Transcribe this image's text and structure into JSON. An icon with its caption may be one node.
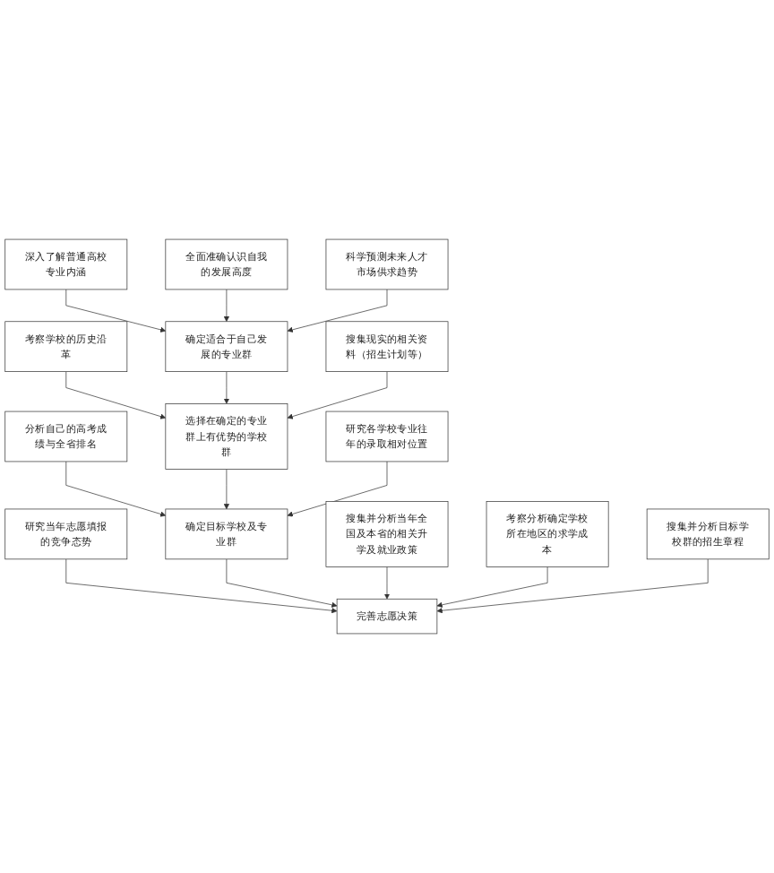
{
  "diagram": {
    "nodes": [
      {
        "text": [
          "深入了解普通高校专业内涵"
        ]
      },
      {
        "text": [
          "全面准确认识自我的发展高度"
        ]
      },
      {
        "text": [
          "科学预测未来人才市场供求趋势"
        ]
      },
      {
        "text": [
          "考察学校的历史沿革"
        ]
      },
      {
        "text": [
          "确定适合于自己发展的专业群"
        ]
      },
      {
        "text": [
          "搜集现实的相关资料（招生计划等）"
        ]
      },
      {
        "text": [
          "分析自己的高考成绩与全省排名"
        ]
      },
      {
        "text": [
          "选择在确定的专业群上有优势的学校群"
        ]
      },
      {
        "text": [
          "研究各学校专业往年的录取相对位置"
        ]
      },
      {
        "text": [
          "研究当年志愿填报的竞争态势"
        ]
      },
      {
        "text": [
          "确定目标学校及专业群"
        ]
      },
      {
        "text": [
          "搜集并分析当年全国及本省的相关升学及就业政策"
        ]
      },
      {
        "text": [
          "考察分析确定学校所在地区的求学成本"
        ]
      },
      {
        "text": [
          "搜集并分析目标学校群的招生章程"
        ]
      },
      {
        "text": [
          "完善志愿决策"
        ]
      }
    ],
    "edges": [
      {
        "from": 0,
        "to": 4,
        "arrow": "to"
      },
      {
        "from": 1,
        "to": 4,
        "arrow": "to"
      },
      {
        "from": 2,
        "to": 4,
        "arrow": "to"
      },
      {
        "from": 3,
        "to": 7,
        "arrow": "to"
      },
      {
        "from": 4,
        "to": 7,
        "arrow": "to"
      },
      {
        "from": 5,
        "to": 7,
        "arrow": "to"
      },
      {
        "from": 6,
        "to": 10,
        "arrow": "to"
      },
      {
        "from": 7,
        "to": 10,
        "arrow": "to"
      },
      {
        "from": 8,
        "to": 10,
        "arrow": "to"
      },
      {
        "from": 9,
        "to": 14,
        "arrow": "to"
      },
      {
        "from": 10,
        "to": 14,
        "arrow": "to"
      },
      {
        "from": 11,
        "to": 14,
        "arrow": "to"
      },
      {
        "from": 12,
        "to": 14,
        "arrow": "to"
      },
      {
        "from": 13,
        "to": 14,
        "arrow": "to"
      }
    ]
  }
}
